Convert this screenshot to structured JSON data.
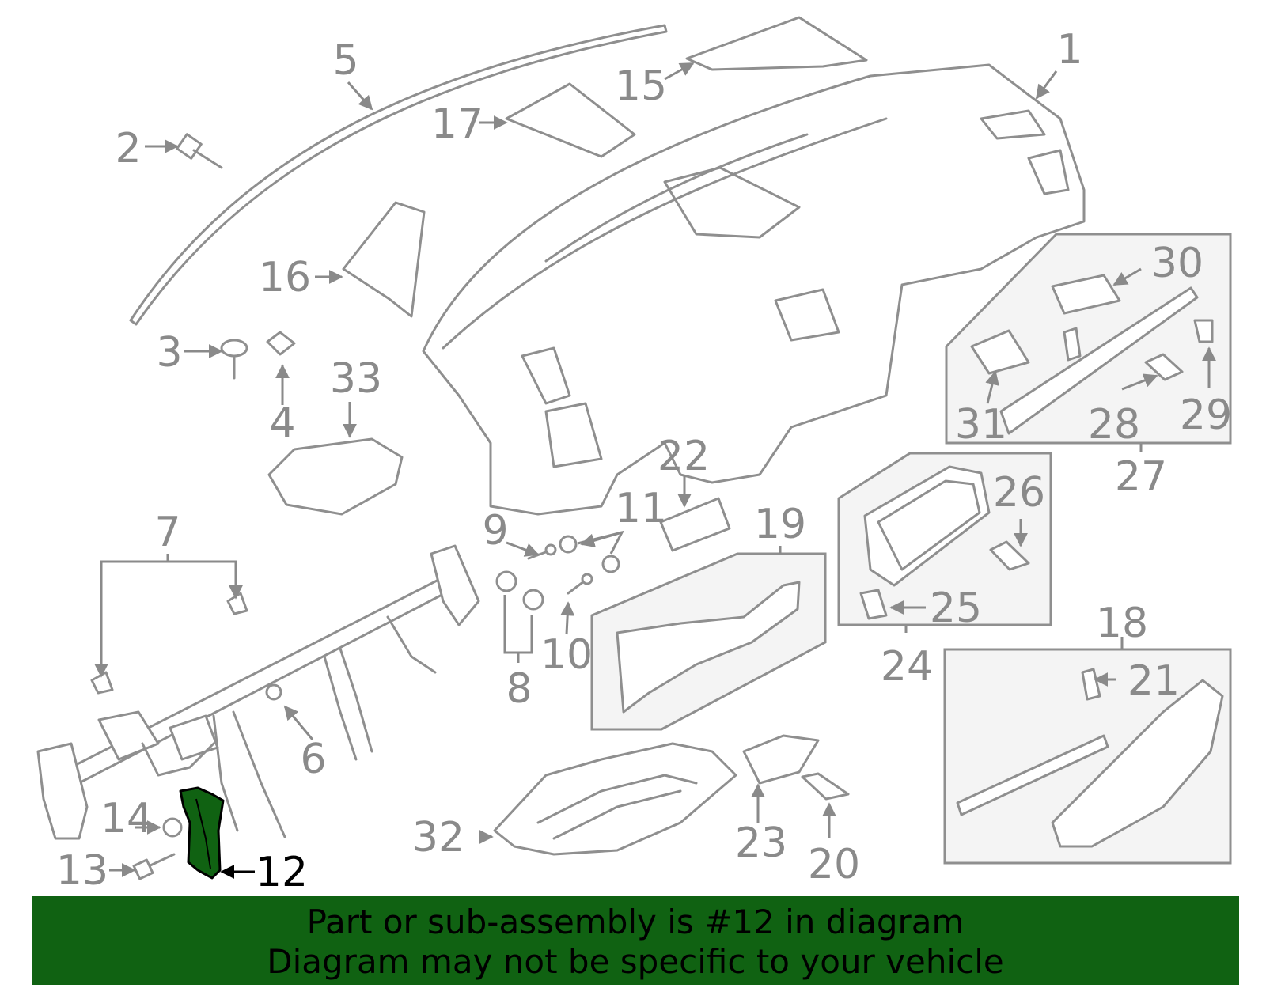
{
  "diagram": {
    "highlight_part": "12",
    "highlight_color": "#106212",
    "labels": [
      "1",
      "2",
      "3",
      "4",
      "5",
      "6",
      "7",
      "8",
      "9",
      "10",
      "11",
      "12",
      "13",
      "14",
      "15",
      "16",
      "17",
      "18",
      "19",
      "20",
      "21",
      "22",
      "23",
      "24",
      "25",
      "26",
      "27",
      "28",
      "29",
      "30",
      "31",
      "32",
      "33"
    ]
  },
  "banner": {
    "line1": "Part or sub-assembly is #12 in diagram",
    "line2": "Diagram may not be specific to your vehicle",
    "background": "#106212"
  }
}
